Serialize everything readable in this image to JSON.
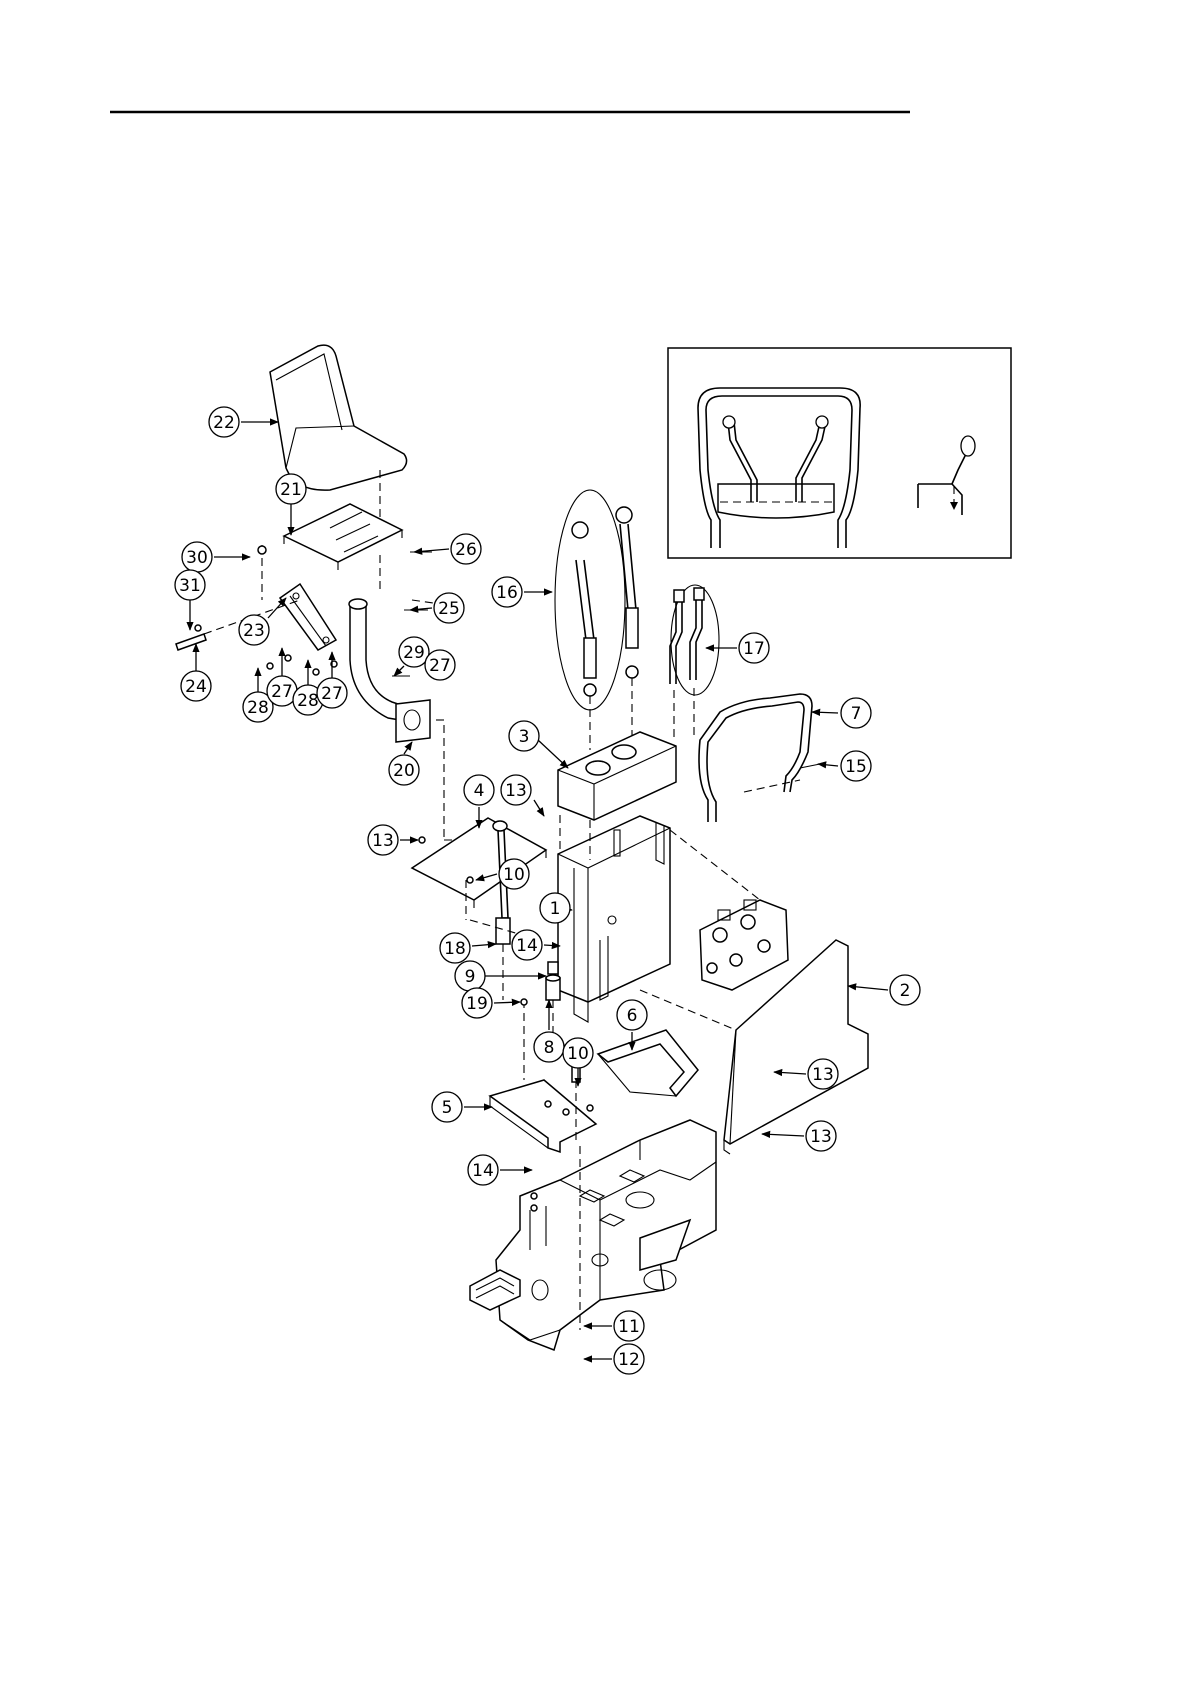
{
  "diagram": {
    "labels": [
      {
        "id": "lbl-22",
        "text": "22"
      },
      {
        "id": "lbl-21",
        "text": "21"
      },
      {
        "id": "lbl-26",
        "text": "26"
      },
      {
        "id": "lbl-30",
        "text": "30"
      },
      {
        "id": "lbl-31",
        "text": "31"
      },
      {
        "id": "lbl-23",
        "text": "23"
      },
      {
        "id": "lbl-25",
        "text": "25"
      },
      {
        "id": "lbl-24",
        "text": "24"
      },
      {
        "id": "lbl-29",
        "text": "29"
      },
      {
        "id": "lbl-27a",
        "text": "27"
      },
      {
        "id": "lbl-28a",
        "text": "28"
      },
      {
        "id": "lbl-27b",
        "text": "27"
      },
      {
        "id": "lbl-28b",
        "text": "28"
      },
      {
        "id": "lbl-27c",
        "text": "27"
      },
      {
        "id": "lbl-20",
        "text": "20"
      },
      {
        "id": "lbl-16",
        "text": "16"
      },
      {
        "id": "lbl-17",
        "text": "17"
      },
      {
        "id": "lbl-7",
        "text": "7"
      },
      {
        "id": "lbl-3",
        "text": "3"
      },
      {
        "id": "lbl-15",
        "text": "15"
      },
      {
        "id": "lbl-4",
        "text": "4"
      },
      {
        "id": "lbl-13a",
        "text": "13"
      },
      {
        "id": "lbl-13b",
        "text": "13"
      },
      {
        "id": "lbl-10a",
        "text": "10"
      },
      {
        "id": "lbl-1",
        "text": "1"
      },
      {
        "id": "lbl-18",
        "text": "18"
      },
      {
        "id": "lbl-14a",
        "text": "14"
      },
      {
        "id": "lbl-9",
        "text": "9"
      },
      {
        "id": "lbl-19",
        "text": "19"
      },
      {
        "id": "lbl-2",
        "text": "2"
      },
      {
        "id": "lbl-8",
        "text": "8"
      },
      {
        "id": "lbl-6",
        "text": "6"
      },
      {
        "id": "lbl-10b",
        "text": "10"
      },
      {
        "id": "lbl-13c",
        "text": "13"
      },
      {
        "id": "lbl-5",
        "text": "5"
      },
      {
        "id": "lbl-13d",
        "text": "13"
      },
      {
        "id": "lbl-14b",
        "text": "14"
      },
      {
        "id": "lbl-11",
        "text": "11"
      },
      {
        "id": "lbl-12",
        "text": "12"
      }
    ]
  }
}
